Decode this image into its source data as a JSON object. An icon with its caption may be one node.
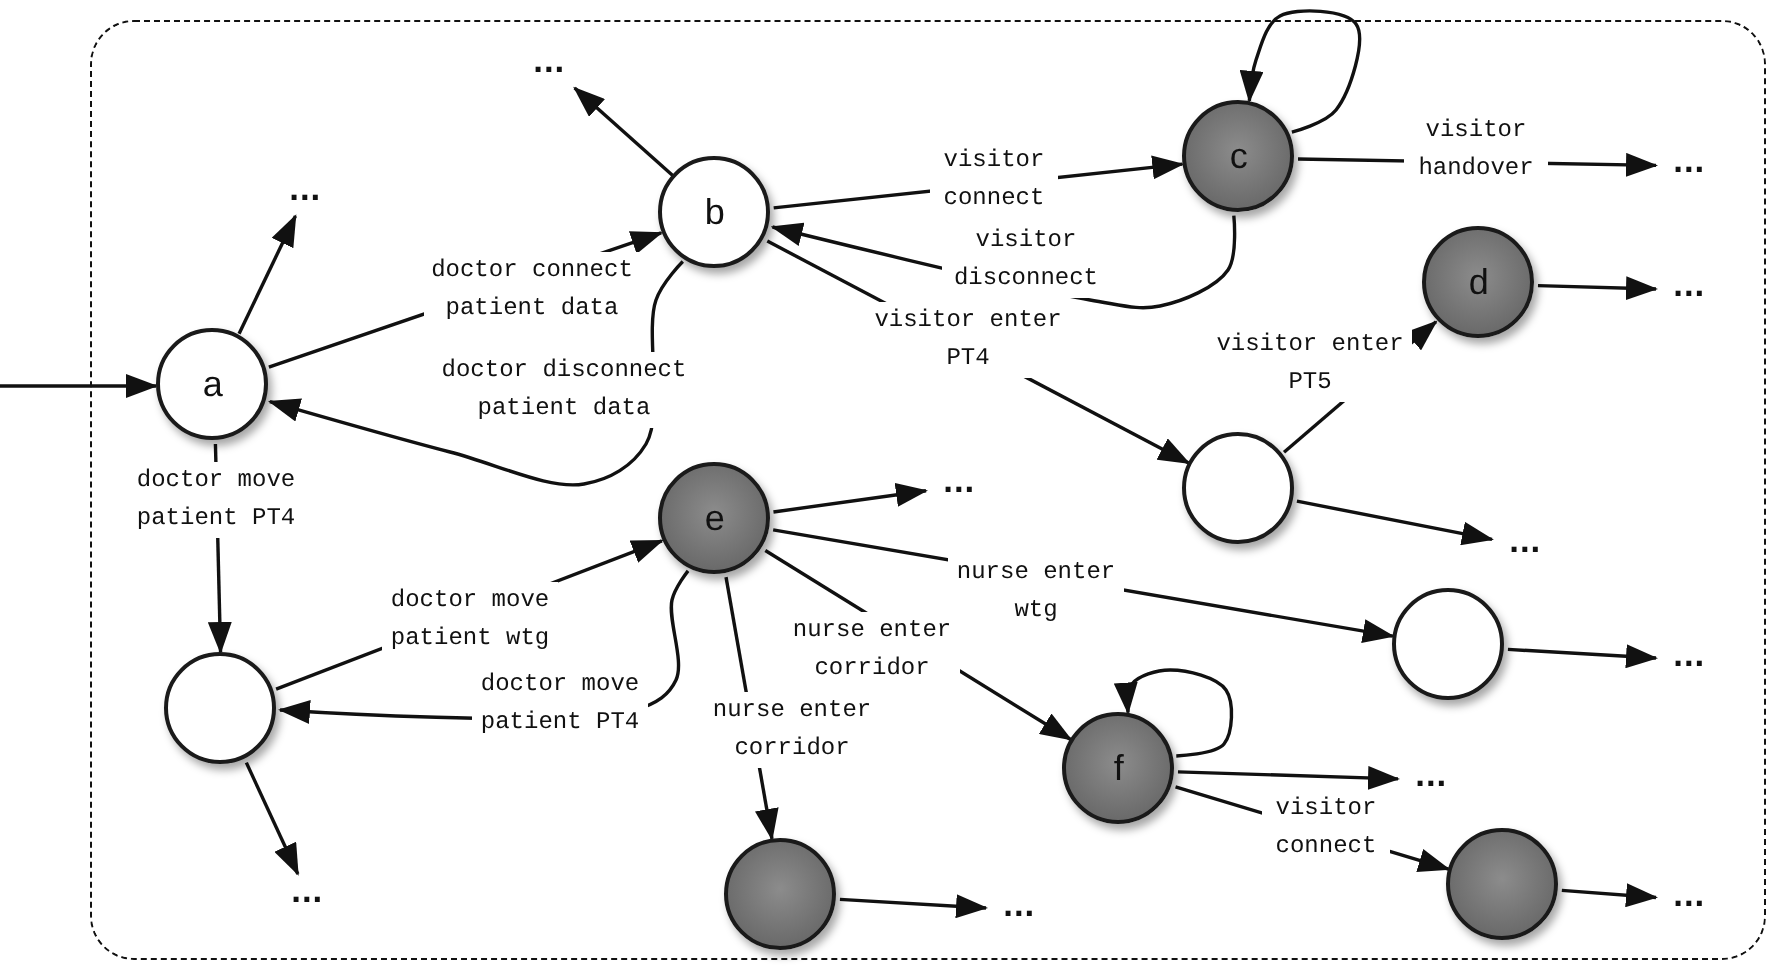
{
  "diagram": {
    "nodes": [
      {
        "text": [],
        "shape": "box"
      },
      {
        "text": [
          "..."
        ],
        "in": 0
      },
      {
        "text": [
          "c"
        ],
        "in": 0
      },
      {
        "text": [
          "..."
        ],
        "in": 0
      },
      {
        "text": [
          "..."
        ],
        "in": 0
      },
      {
        "text": [
          "b"
        ],
        "in": 0
      },
      {
        "text": [
          "d"
        ],
        "in": 0
      },
      {
        "text": [
          "..."
        ],
        "in": 0
      },
      {
        "text": [
          "a"
        ],
        "in": 0
      },
      {
        "text": [
          "..."
        ],
        "in": 0
      },
      {
        "text": [],
        "shape": "circle",
        "in": 0
      },
      {
        "text": [
          "e"
        ],
        "in": 0
      },
      {
        "text": [
          "..."
        ],
        "in": 0
      },
      {
        "text": [],
        "shape": "circle",
        "in": 0
      },
      {
        "text": [
          "..."
        ],
        "in": 0
      },
      {
        "text": [],
        "shape": "circle",
        "in": 0
      },
      {
        "text": [
          "f"
        ],
        "in": 0
      },
      {
        "text": [
          "..."
        ],
        "in": 0
      },
      {
        "text": [],
        "shape": "circle",
        "in": 0
      },
      {
        "text": [],
        "shape": "circle",
        "in": 0
      },
      {
        "text": [
          "..."
        ],
        "in": 0
      },
      {
        "text": [
          "..."
        ],
        "in": 0
      },
      {
        "text": [
          "..."
        ],
        "in": 0
      }
    ],
    "edges": [
      {
        "from": null,
        "to": 8,
        "arrow": "to"
      },
      {
        "from": 8,
        "to": 4,
        "arrow": "to"
      },
      {
        "from": 5,
        "to": 1,
        "arrow": "to"
      },
      {
        "from": 8,
        "to": 5,
        "arrow": "to",
        "label": "doctor connect patient data"
      },
      {
        "from": 5,
        "to": 8,
        "arrow": "to",
        "label": "doctor disconnect patient data"
      },
      {
        "from": 5,
        "to": 2,
        "arrow": "to",
        "label": "visitor connect"
      },
      {
        "from": 2,
        "to": 5,
        "arrow": "to",
        "label": "visitor disconnect"
      },
      {
        "from": 5,
        "to": 10,
        "arrow": "to",
        "label": "visitor enter PT4"
      },
      {
        "from": 2,
        "to": 2,
        "arrow": "to"
      },
      {
        "from": 2,
        "to": 3,
        "arrow": "to",
        "label": "visitor handover"
      },
      {
        "from": 10,
        "to": 6,
        "arrow": "to",
        "label": "visitor enter PT5"
      },
      {
        "from": 6,
        "to": 7,
        "arrow": "to"
      },
      {
        "from": 10,
        "to": 12,
        "arrow": "to"
      },
      {
        "from": 8,
        "to": 15,
        "arrow": "to",
        "label": "doctor move patient PT4"
      },
      {
        "from": 15,
        "to": 20,
        "arrow": "to"
      },
      {
        "from": 15,
        "to": 11,
        "arrow": "to",
        "label": "doctor move patient wtg"
      },
      {
        "from": 11,
        "to": 15,
        "arrow": "to",
        "label": "doctor move patient PT4"
      },
      {
        "from": 11,
        "to": 9,
        "arrow": "to"
      },
      {
        "from": 11,
        "to": 13,
        "arrow": "to",
        "label": "nurse enter wtg"
      },
      {
        "from": 11,
        "to": 16,
        "arrow": "to",
        "label": "nurse enter corridor"
      },
      {
        "from": 11,
        "to": 19,
        "arrow": "to",
        "label": "nurse enter corridor"
      },
      {
        "from": 16,
        "to": 16,
        "arrow": "to"
      },
      {
        "from": 16,
        "to": 17,
        "arrow": "to"
      },
      {
        "from": 16,
        "to": 18,
        "arrow": "to",
        "label": "visitor connect"
      },
      {
        "from": 19,
        "to": 22,
        "arrow": "to"
      },
      {
        "from": 13,
        "to": 14,
        "arrow": "to"
      },
      {
        "from": 18,
        "to": 21,
        "arrow": "to"
      }
    ]
  }
}
